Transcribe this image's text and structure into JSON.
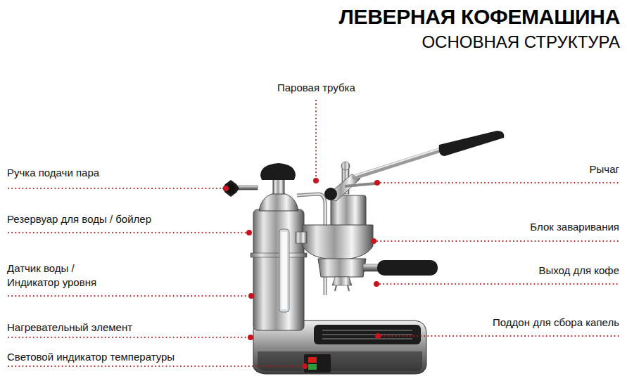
{
  "diagram": {
    "title": "ЛЕВЕРНАЯ КОФЕМАШИНА",
    "labels": [
      "ОСНОВНАЯ СТРУКТУРА",
      "Паровая трубка",
      "Ручка подачи пара",
      "Рычаг",
      "Резервуар для воды / бойлер",
      "Блок заваривания",
      "Датчик воды / Индикатор уровня",
      "Выход для кофе",
      "Нагревательный элемент",
      "Поддон для сбора капель",
      "Световой индикатор температуры"
    ]
  }
}
